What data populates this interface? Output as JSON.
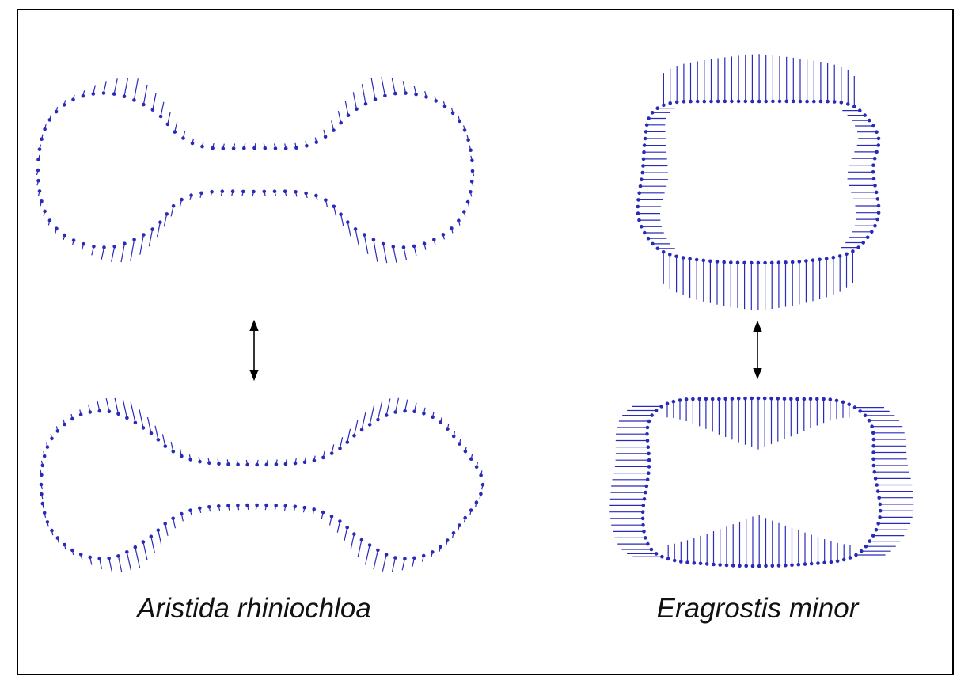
{
  "colors": {
    "vector": "#2a2ab8",
    "arrow": "#000000",
    "frame": "#000000",
    "text": "#111111"
  },
  "panels": [
    {
      "species": "Aristida rhiniochloa",
      "shapes": [
        "top",
        "bottom"
      ],
      "arrow": "double-headed vertical"
    },
    {
      "species": "Eragrostis minor",
      "shapes": [
        "top",
        "bottom"
      ],
      "arrow": "double-headed vertical"
    }
  ]
}
